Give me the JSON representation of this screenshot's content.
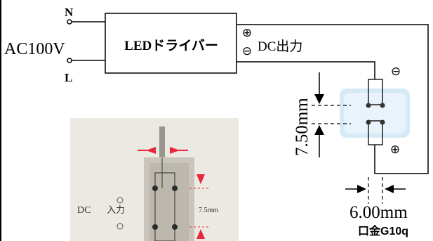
{
  "input": {
    "terminal_n": "N",
    "terminal_l": "L",
    "voltage": "AC100V"
  },
  "driver": {
    "label": "LEDドライバー"
  },
  "output": {
    "label": "DC出力",
    "plus_symbol": "⊕",
    "minus_symbol": "⊖"
  },
  "lamp": {
    "minus_symbol": "⊖",
    "plus_symbol": "⊕",
    "pin_spacing_vertical": "7.50mm",
    "pin_spacing_horizontal": "6.00mm",
    "base_type": "口金G10q"
  },
  "photo": {
    "dc_label": "DC",
    "input_label": "入力",
    "spacing_label": "7.5mm"
  },
  "colors": {
    "line": "#000000",
    "dimension_arrow_red": "#e8283a",
    "lamp_body": "#d6e9f6",
    "photo_bg": "#ece8e2"
  }
}
